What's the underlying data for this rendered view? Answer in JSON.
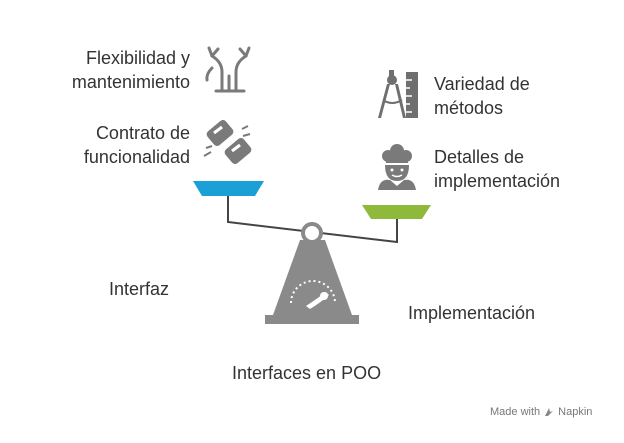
{
  "diagram": {
    "title": "Interfaces en POO",
    "left_side": {
      "name": "Interfaz",
      "items": [
        {
          "label_line1": "Flexibilidad y",
          "label_line2": "mantenimiento",
          "icon": "tree-trunk-icon"
        },
        {
          "label_line1": "Contrato de",
          "label_line2": "funcionalidad",
          "icon": "broken-chain-link-icon"
        }
      ],
      "pan_color": "#1aa0d6"
    },
    "right_side": {
      "name": "Implementación",
      "items": [
        {
          "label_line1": "Variedad de",
          "label_line2": "métodos",
          "icon": "drafting-tools-icon"
        },
        {
          "label_line1": "Detalles de",
          "label_line2": "implementación",
          "icon": "chef-icon"
        }
      ],
      "pan_color": "#8fb93a"
    },
    "scale_color": "#8a8a8a"
  },
  "branding": {
    "made_with": "Made with",
    "product": "Napkin"
  }
}
